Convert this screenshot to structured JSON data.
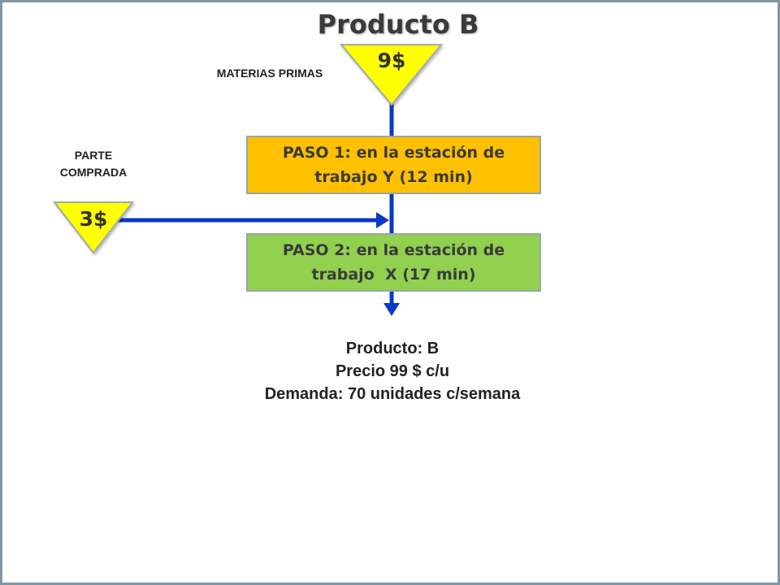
{
  "title": "Producto B",
  "raw_materials": {
    "label": "MATERIAS PRIMAS",
    "cost": "9$"
  },
  "purchased_part": {
    "label_line1": "PARTE",
    "label_line2": "COMPRADA",
    "cost": "3$"
  },
  "steps": [
    {
      "text": "PASO 1: en la estación de\ntrabajo Y (12 min)"
    },
    {
      "text": "PASO 2: en la estación de\ntrabajo  X (17 min)"
    }
  ],
  "product": {
    "name": "Producto: B",
    "price": "Precio 99 $ c/u",
    "demand": "Demanda: 70 unidades c/semana"
  },
  "colors": {
    "step1_fill": "#ffc000",
    "step2_fill": "#92d050",
    "triangle_fill": "#ffff00",
    "arrow": "#0a39c6"
  }
}
